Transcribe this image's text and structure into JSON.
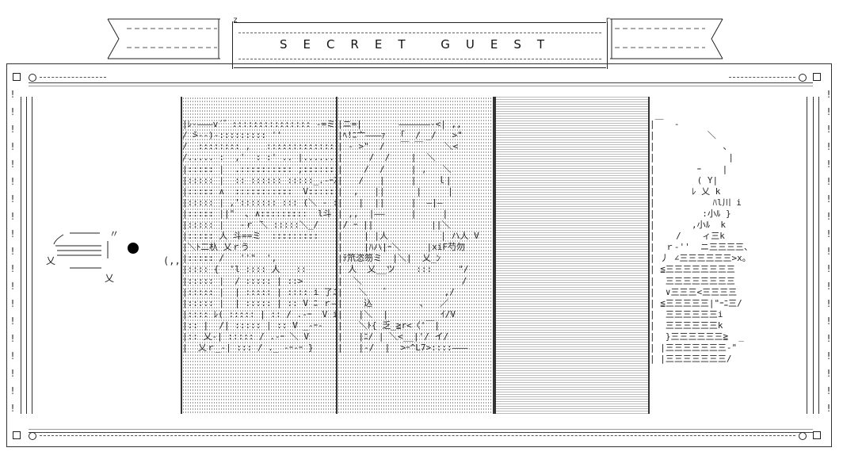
{
  "banner": {
    "title": "SECRET GUEST",
    "left_glyph": "z",
    "right_glyph": "r"
  },
  "left_emblem": {
    "glyph_left": "乂",
    "glyph_right": "乂",
    "tick": "〃",
    "small": "(,,"
  },
  "panel1": {
    "lines": [
      "|ﾚ-―――v´゛::::::::::::::: -=ミ、::.",
      "/ ̄>--)-::::::::: ''",
      "/  :::::::: ,   :::::::::::::::::  |",
      "/..... :  ,'  : :' .. |.........|",
      "|::::: |  .:::::::::: ;::::::::::::.  |",
      "|::::: |  :: :::::: :::::_.-ｰｽ┼",
      "|::::: ∧  :::::::::::  V::::::::: ",
      "|::::: | ,'::::::: ::: (＼ - ::",
      "|::::: ||\"  ､ ∧:::::::::  l斗",
      "|::::: |   -ｒ ̄＼ :::::＼_/",
      "|::::: 人 斗==ミ  :::::::::",
      "|＼ﾄ二杁 乂ｒう",
      "|::::: /   ''\"  ',",
      "|:::: {  'l :::: 人   ::",
      "|::::: |  / ::::: | ::>",
      "|::::: |  | ::::: | :::: i 了ニ=ｰｒ",
      "|::::: |  | ::::: | :: V ﾆ ｒ―",
      "|:::: ﾚ( ::::: | :: / .-ｰ  V ii",
      "|:: |  /| ::::: | :: V _-ｰ-",
      "|:: 乂-| ::::: / .-ｰ ＼ V",
      "|  乂ｒ_-| ::: / ._ -ｰ-ｰ } "
    ]
  },
  "panel2": {
    "lines": [
      "|ニ=|       ――――――-<| ,,",
      "|ﾍ!ﾆ亠―――ｧ  「  / _/   >\"",
      "| - >\"  /   ￣ ￣    ＼<",
      "|     /  /    |  ＼  ",
      "|    /  /     | ,   ＼",
      "|   /   |     |    ｌ|",
      "|  ,   ||      |     |",
      "|   |  ||     |  ―|―",
      "| ,,  |――     |     |",
      "|/ ｰ ||           ||＼",
      "|    | |人          | ハ人 V",
      "|    |ﾊハ|ｰ＼     |xiF芍勿",
      "|ﾃ笊恣笏ミ  |＼|  乂_ﾝ",
      "| 人  乂__ツ    :::     \"/",
      "|  ＼                   /",
      "|   ＼   ゛          ,/",
      "|    込         ､   ／",
      "|   |＼  |          ｲ/V",
      "|   ＼ﾄ{ 乏_≧r<〈'￣|",
      "|   |ﾆ/ | ＼<__|'/ イ/",
      "|   |-/  |  >ｰ^L7>::::―――"
    ]
  },
  "panel4": {
    "lines": [
      "|￣  ‐",
      "|          ＼",
      "|             ､",
      "|              |",
      "|        ｰ    |",
      "|        ( Y|",
      "|       ﾚ 乂 k",
      "|           ﾊl川 i",
      "|         :小ﾙ }",
      "|       ,小ﾙ  k",
      "|    /    ィ三k",
      "|  ｒ-''  ニ三三三三、",
      "| 丿 ∠三三三三三三>x｡",
      "| ≦三三三三三三三三",
      "|  三三三三三三三三",
      "|  ∨三三三<三三三三",
      "| ≦三三三三三|\"ｰﾆ三/",
      "|  三三三三三三i",
      "|  三三三三三三k",
      "|  }三三三三三三≧  _",
      "| |三三三三三三三-\"",
      "| |三三三三三三三/"
    ]
  }
}
